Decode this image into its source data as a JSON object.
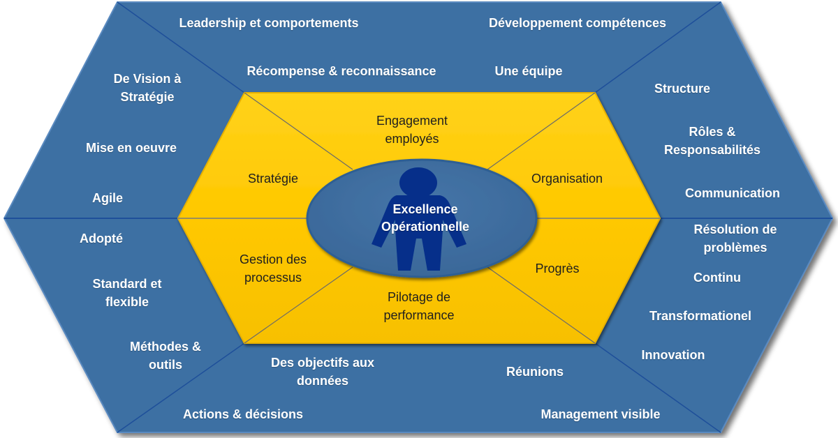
{
  "diagram": {
    "title": "Excellence Opérationnelle",
    "colors": {
      "outer_fill": "#3e6fa3",
      "outer_edge": "#2b5a8c",
      "inner_fill": "#ffc800",
      "inner_edge": "#e0a800",
      "core_fill": "#3e6fa3",
      "figure_fill": "#062f8a",
      "divider_outer": "#1e4f9a",
      "divider_inner": "#6a6a6a"
    },
    "core": {
      "line1": "Excellence",
      "line2": "Opérationnelle",
      "icon": "person-icon"
    },
    "inner_segments": [
      {
        "id": "engagement",
        "line1": "Engagement",
        "line2": "employés"
      },
      {
        "id": "strategie",
        "line1": "Stratégie"
      },
      {
        "id": "organisation",
        "line1": "Organisation"
      },
      {
        "id": "gestion",
        "line1": "Gestion des",
        "line2": "processus"
      },
      {
        "id": "pilotage",
        "line1": "Pilotage de",
        "line2": "performance"
      },
      {
        "id": "progres",
        "line1": "Progrès"
      }
    ],
    "outer_sections": {
      "top": [
        {
          "text": "Leadership et comportements"
        },
        {
          "text": "Développement compétences"
        },
        {
          "text": "Récompense & reconnaissance"
        },
        {
          "text": "Une équipe"
        }
      ],
      "upper_left": [
        {
          "line1": "De Vision à",
          "line2": "Stratégie"
        },
        {
          "line1": "Mise en oeuvre"
        },
        {
          "line1": "Agile"
        }
      ],
      "upper_right": [
        {
          "line1": "Structure"
        },
        {
          "line1": "Rôles &",
          "line2": "Responsabilités"
        },
        {
          "line1": "Communication"
        }
      ],
      "lower_left": [
        {
          "line1": "Adopté"
        },
        {
          "line1": "Standard et",
          "line2": "flexible"
        },
        {
          "line1": "Méthodes &",
          "line2": "outils"
        }
      ],
      "lower_right": [
        {
          "line1": "Résolution de",
          "line2": "problèmes"
        },
        {
          "line1": "Continu"
        },
        {
          "line1": "Transformationel"
        },
        {
          "line1": "Innovation"
        }
      ],
      "bottom": [
        {
          "line1": "Des objectifs aux",
          "line2": "données"
        },
        {
          "line1": "Réunions"
        },
        {
          "line1": "Actions & décisions"
        },
        {
          "line1": "Management visible"
        }
      ]
    }
  }
}
